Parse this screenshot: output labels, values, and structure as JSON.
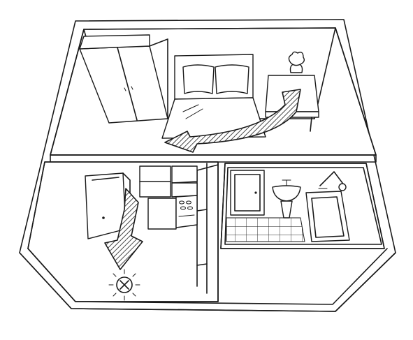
{
  "image": {
    "kind": "isometric apartment floor plan line drawing",
    "rooms": [
      "bedroom",
      "kitchen-hallway",
      "bathroom"
    ],
    "icons": {
      "bedroom_arrow": "curved-arrow-icon",
      "hall_arrow": "down-arrow-icon",
      "target_marker": "x-target-icon",
      "flower": "flower-vase-icon"
    },
    "colors": {
      "line": "#1a1a1a",
      "background": "#ffffff"
    }
  }
}
